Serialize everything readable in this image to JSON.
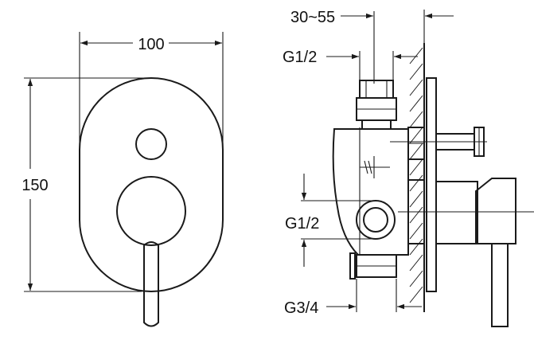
{
  "front_view": {
    "width_label": "100",
    "height_label": "150"
  },
  "side_view": {
    "depth_label": "30~55",
    "top_thread_label": "G1/2",
    "middle_thread_label": "G1/2",
    "bottom_thread_label": "G3/4"
  },
  "colors": {
    "line": "#1a1a1a",
    "background": "#ffffff"
  }
}
